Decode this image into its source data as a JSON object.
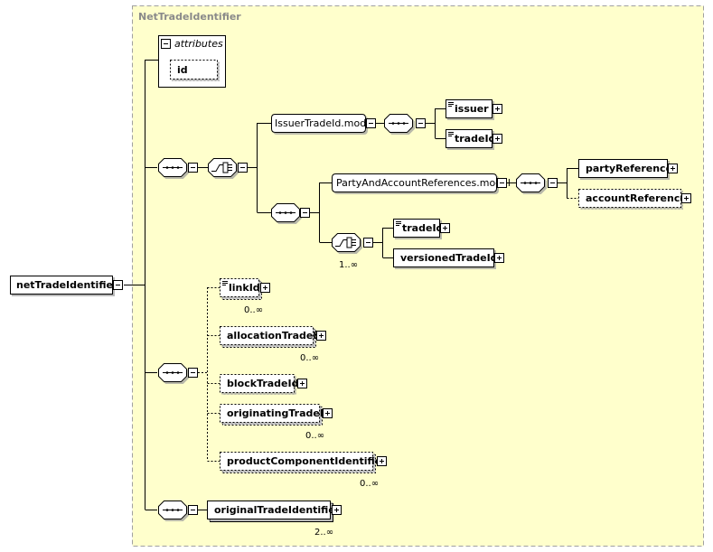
{
  "diagram": {
    "complex_type_title": "NetTradeIdentifier",
    "attributes_label": "attributes",
    "attributes": [
      "id"
    ],
    "root": "netTradeIdentifier",
    "groups": {
      "issuer_model": "IssuerTradeId.model",
      "party_model": "PartyAndAccountReferences.model"
    },
    "elements": {
      "issuer": "issuer",
      "trade_id": "tradeId",
      "party_reference": "partyReference",
      "account_reference": "accountReference",
      "trade_id_2": "tradeId",
      "versioned_trade_id": "versionedTradeId",
      "link_id": "linkId",
      "allocation_trade_id": "allocationTradeId",
      "block_trade_id": "blockTradeId",
      "originating_trade_id": "originatingTradeId",
      "product_component_identifier": "productComponentIdentifier",
      "original_trade_identifier": "originalTradeIdentifier"
    },
    "cardinalities": {
      "choice_inner": "1..∞",
      "link_id": "0..∞",
      "allocation_trade_id": "0..∞",
      "originating_trade_id": "0..∞",
      "product_component_identifier": "0..∞",
      "original_trade_identifier": "2..∞"
    },
    "colors": {
      "background": "#ffffcc",
      "border": "#a0a0a0",
      "line": "#000000",
      "title": "#8a8a8a"
    }
  }
}
